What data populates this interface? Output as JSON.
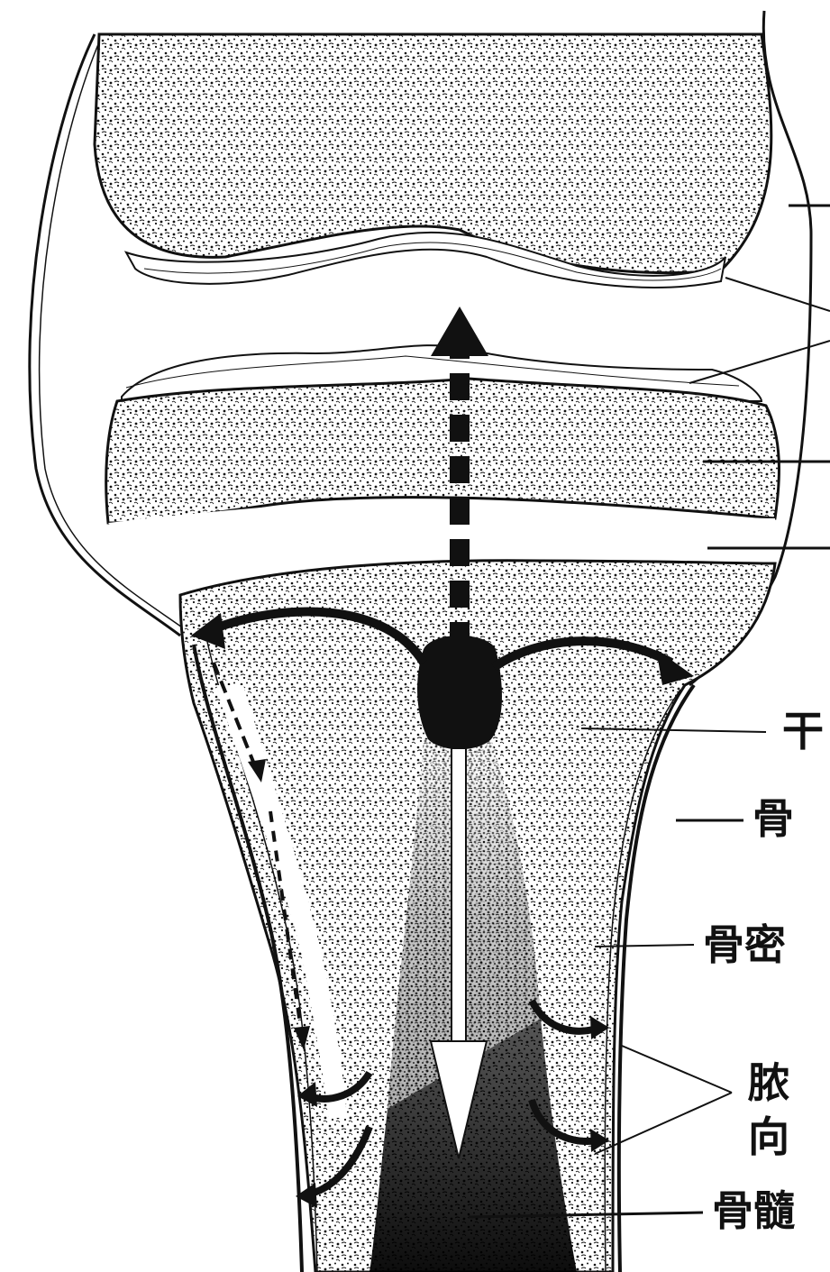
{
  "labels": {
    "gan": "干",
    "gu_mo": "骨",
    "gu_mi": "骨密",
    "nong_ye_1": "脓",
    "nong_ye_2": "向",
    "gu_sui": "骨髓"
  }
}
